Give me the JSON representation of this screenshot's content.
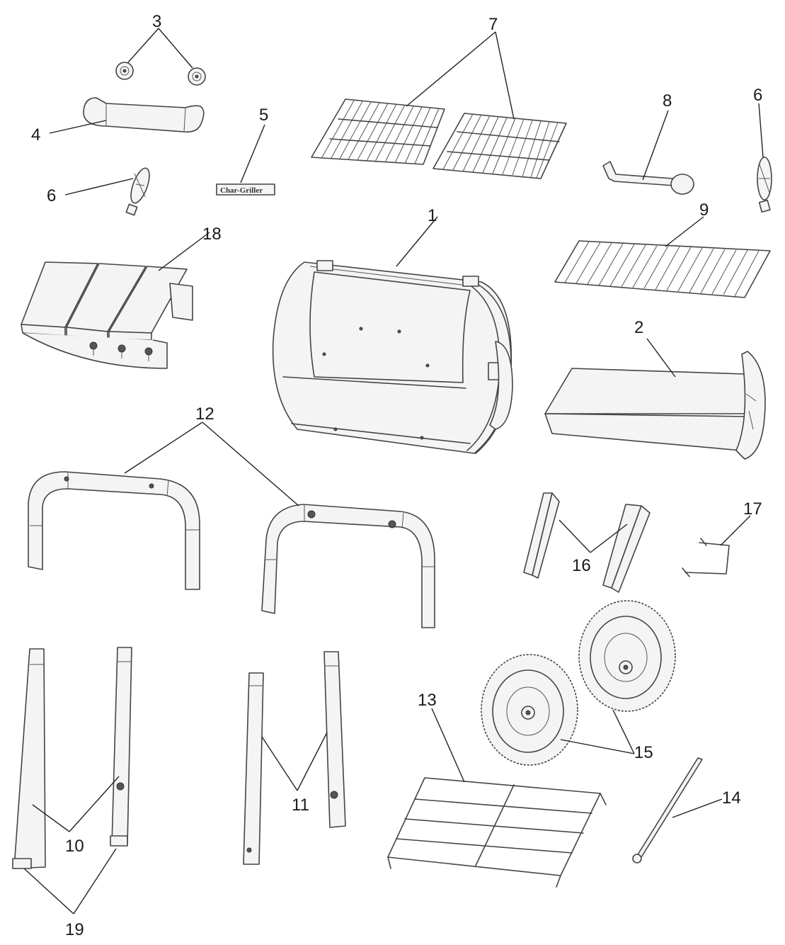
{
  "parts": [
    {
      "key": "p1",
      "number": "1"
    },
    {
      "key": "p2",
      "number": "2"
    },
    {
      "key": "p3",
      "number": "3"
    },
    {
      "key": "p4",
      "number": "4"
    },
    {
      "key": "p5",
      "number": "5"
    },
    {
      "key": "p6a",
      "number": "6"
    },
    {
      "key": "p6b",
      "number": "6"
    },
    {
      "key": "p7",
      "number": "7"
    },
    {
      "key": "p8",
      "number": "8"
    },
    {
      "key": "p9",
      "number": "9"
    },
    {
      "key": "p10",
      "number": "10"
    },
    {
      "key": "p11",
      "number": "11"
    },
    {
      "key": "p12",
      "number": "12"
    },
    {
      "key": "p13",
      "number": "13"
    },
    {
      "key": "p14",
      "number": "14"
    },
    {
      "key": "p15",
      "number": "15"
    },
    {
      "key": "p16",
      "number": "16"
    },
    {
      "key": "p17",
      "number": "17"
    },
    {
      "key": "p18",
      "number": "18"
    },
    {
      "key": "p19",
      "number": "19"
    }
  ],
  "logo": {
    "text": "Char-Griller"
  }
}
